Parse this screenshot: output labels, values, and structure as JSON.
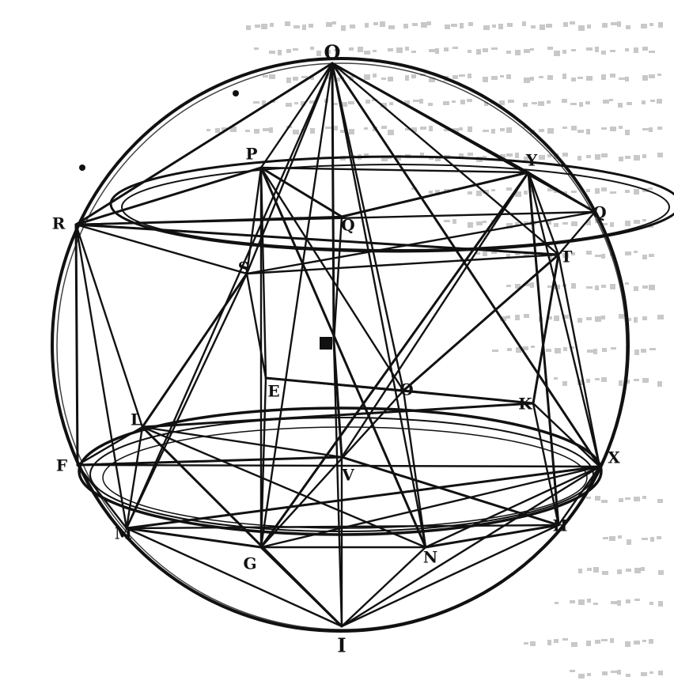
{
  "figure": {
    "type": "geometric-construction",
    "subject": "polyhedron inscribed in a sphere",
    "ink_color": "#111111",
    "paper_color": "#ffffff",
    "show_through_color": "#9a9a9a"
  },
  "points": [
    {
      "id": "apex",
      "label": "O"
    },
    {
      "id": "P",
      "label": "P"
    },
    {
      "id": "Y",
      "label": "Y"
    },
    {
      "id": "R",
      "label": "R"
    },
    {
      "id": "Q",
      "label": "Q"
    },
    {
      "id": "S",
      "label": "S"
    },
    {
      "id": "T",
      "label": "T"
    },
    {
      "id": "Qc",
      "label": "Q"
    },
    {
      "id": "E",
      "label": "E"
    },
    {
      "id": "Oc",
      "label": "O"
    },
    {
      "id": "K",
      "label": "K"
    },
    {
      "id": "L",
      "label": "L"
    },
    {
      "id": "F",
      "label": "F"
    },
    {
      "id": "X",
      "label": "X"
    },
    {
      "id": "V",
      "label": "V"
    },
    {
      "id": "M",
      "label": "M"
    },
    {
      "id": "H",
      "label": "H"
    },
    {
      "id": "G",
      "label": "G"
    },
    {
      "id": "N",
      "label": "N"
    },
    {
      "id": "bottom",
      "label": "I"
    }
  ]
}
